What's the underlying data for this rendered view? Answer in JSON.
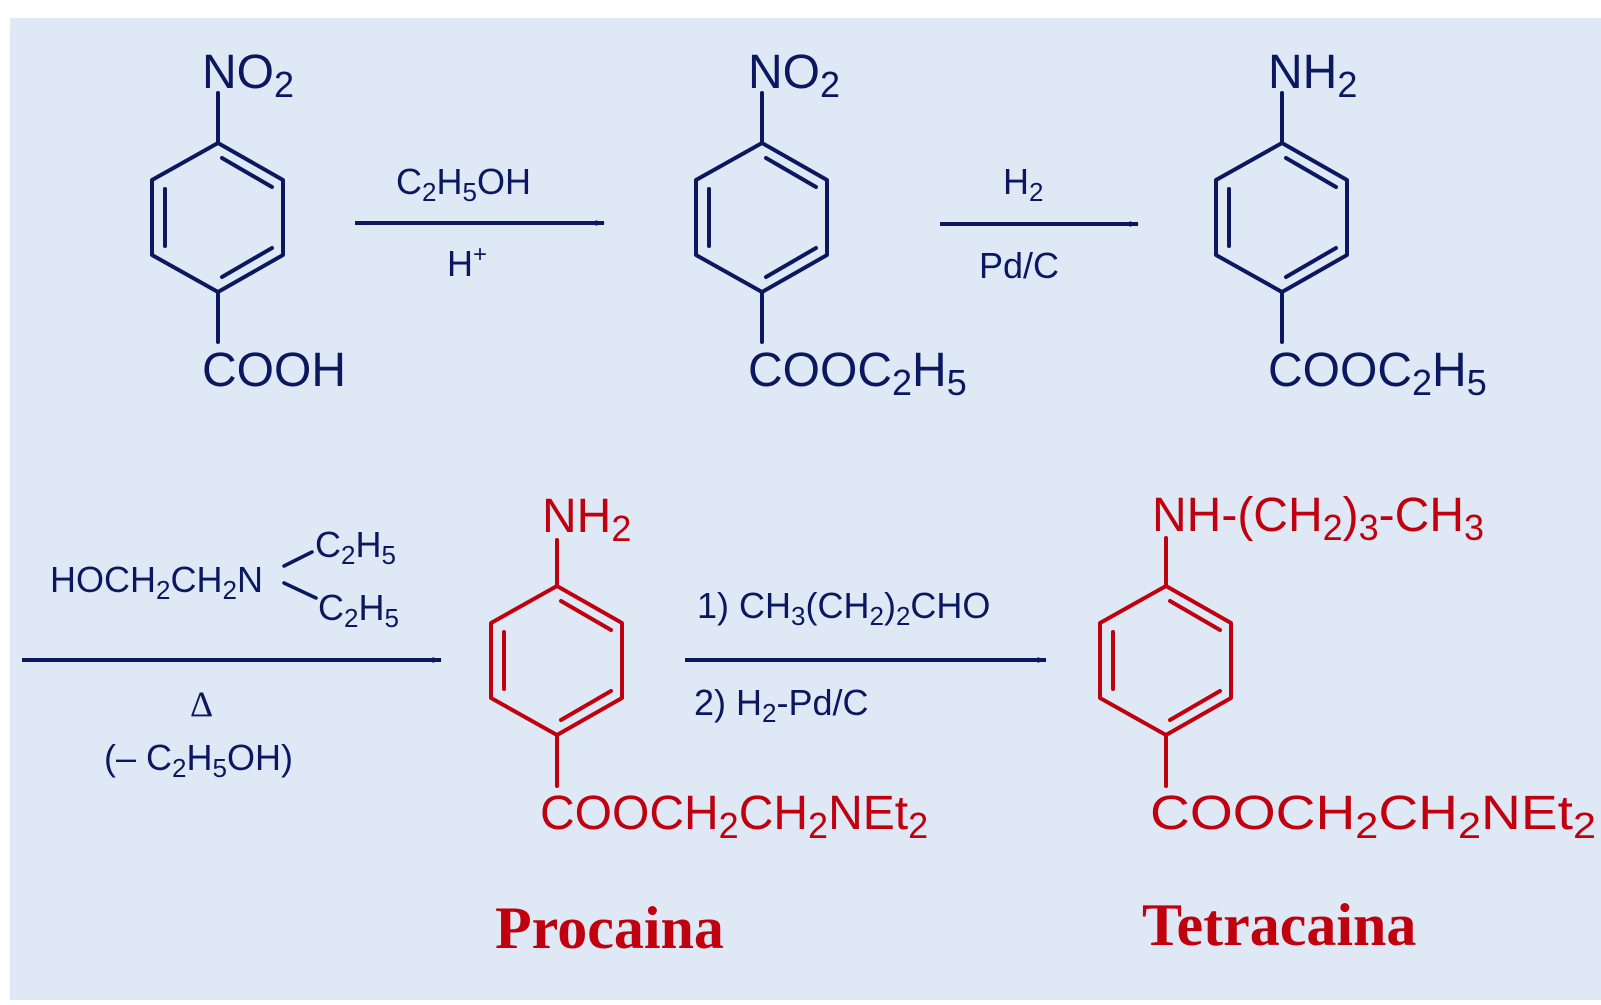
{
  "colors": {
    "background": "#ffffff",
    "panel": "#dfe9f5",
    "primary": "#0b1860",
    "product": "#c0000e"
  },
  "compounds": {
    "c1": {
      "top_main": "NO",
      "top_sub": "2",
      "bottom_main": "COOH"
    },
    "c2": {
      "top_main": "NO",
      "top_sub": "2",
      "bottom_a": "COOC",
      "bottom_b": "2",
      "bottom_c": "H",
      "bottom_d": "5"
    },
    "c3": {
      "top_main": "NH",
      "top_sub": "2",
      "bottom_a": "COOC",
      "bottom_b": "2",
      "bottom_c": "H",
      "bottom_d": "5"
    },
    "procaina": {
      "top_main": "NH",
      "top_sub": "2",
      "bottom_a": "COOCH",
      "bottom_b": "2",
      "bottom_c": "CH",
      "bottom_d": "2",
      "bottom_e": "NEt",
      "bottom_f": "2",
      "name": "Procaina"
    },
    "tetracaina": {
      "top_a": "NH-(CH",
      "top_b": "2",
      "top_c": ")",
      "top_d": "3",
      "top_e": "-CH",
      "top_f": "3",
      "bottom_a": "COOCH",
      "bottom_b": "2",
      "bottom_c": "CH",
      "bottom_d": "2",
      "bottom_e": "NEt",
      "bottom_f": "2",
      "name": "Tetracaina"
    }
  },
  "reactions": {
    "r1": {
      "above_a": "C",
      "above_b": "2",
      "above_c": "H",
      "above_d": "5",
      "above_e": "OH",
      "below_a": "H",
      "below_b": "+"
    },
    "r2": {
      "above_a": "H",
      "above_b": "2",
      "below": "Pd/C"
    },
    "r3": {
      "reagent_a": "HOCH",
      "reagent_b": "2",
      "reagent_c": "CH",
      "reagent_d": "2",
      "reagent_e": "N",
      "branch1_a": "C",
      "branch1_b": "2",
      "branch1_c": "H",
      "branch1_d": "5",
      "branch2_a": "C",
      "branch2_b": "2",
      "branch2_c": "H",
      "branch2_d": "5",
      "delta": "Δ",
      "below_a": "(– C",
      "below_b": "2",
      "below_c": "H",
      "below_d": "5",
      "below_e": "OH)"
    },
    "r4": {
      "step1_a": "1) CH",
      "step1_b": "3",
      "step1_c": "(CH",
      "step1_d": "2",
      "step1_e": ")",
      "step1_f": "2",
      "step1_g": "CHO",
      "step2_a": "2) H",
      "step2_b": "2",
      "step2_c": "-Pd/C"
    }
  }
}
